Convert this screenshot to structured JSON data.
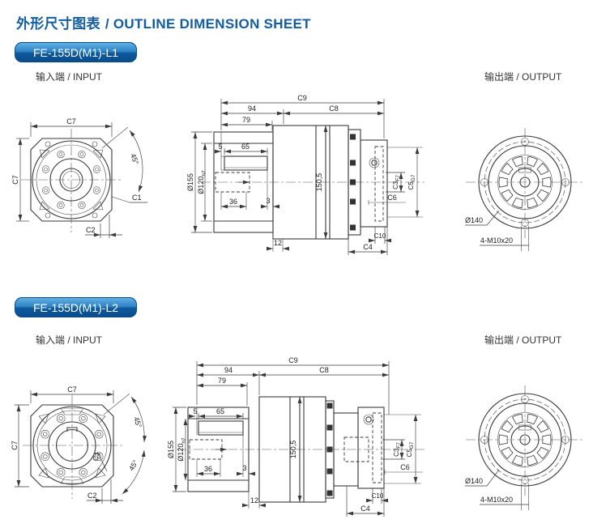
{
  "page": {
    "title_zh": "外形尺寸图表",
    "title_sep": "/",
    "title_en": "OUTLINE DIMENSION SHEET"
  },
  "colors": {
    "title_blue": "#135d9e",
    "badge_top": "#5fb0e4",
    "badge_bottom": "#0a4c8c",
    "line": "#3a3a3a"
  },
  "sections": [
    {
      "model": "FE-155D(M1)-L1",
      "input_label": "输入端 / INPUT",
      "output_label": "输出端 / OUTPUT",
      "input": {
        "c7_top": "C7",
        "c7_side": "C7",
        "angle_a": "45°",
        "c1": "C1",
        "c2": "C2"
      },
      "side": {
        "c9": "C9",
        "len94": "94",
        "c8": "C8",
        "len79": "79",
        "len5": "5",
        "len65": "65",
        "dia155": "Ø155",
        "dia120": "Ø120",
        "dia120_fit": "h7",
        "height150": "150,5",
        "len36": "36",
        "len3": "3",
        "len12": "12",
        "c3": "C3",
        "c3_fit": "F7",
        "c5": "C5",
        "c5_fit": "G7",
        "c6": "C6",
        "c10": "C10",
        "c4": "C4"
      },
      "output": {
        "dia140": "Ø140",
        "tap_holes": "4-M10x20"
      }
    },
    {
      "model": "FE-155D(M1)-L2",
      "input_label": "输入端 / INPUT",
      "output_label": "输出端 / OUTPUT",
      "input": {
        "c7_top": "C7",
        "c7_side": "C7",
        "angle_a": "45°",
        "angle_b": "45°",
        "c1": "C1",
        "c2": "C2"
      },
      "side": {
        "c9": "C9",
        "len94": "94",
        "c8": "C8",
        "len79": "79",
        "len5": "5",
        "len65": "65",
        "dia155": "Ø155",
        "dia120": "Ø120",
        "dia120_fit": "h7",
        "height150": "150,5",
        "len36": "36",
        "len3": "3",
        "len12": "12",
        "c3": "C3",
        "c3_fit": "F7",
        "c5": "C5",
        "c5_fit": "G7",
        "c6": "C6",
        "c10": "C10",
        "c4": "C4"
      },
      "output": {
        "dia140": "Ø140",
        "tap_holes": "4-M10x20"
      }
    }
  ]
}
